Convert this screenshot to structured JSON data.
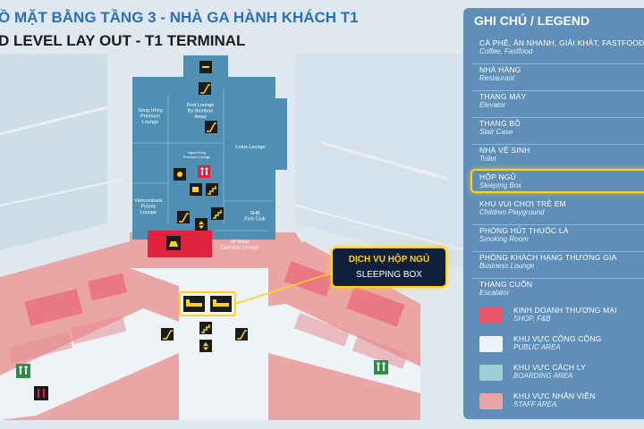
{
  "header": {
    "title_vn": "Ồ MẶT BẰNG TẦNG 3 - NHÀ GA HÀNH KHÁCH T1",
    "title_en": "D LEVEL LAY OUT - T1 TERMINAL"
  },
  "rooms": {
    "song_hong": "Sông Hồng|Premium|Lounge",
    "first_lounge": "First Lounge|By Bamboo|Away",
    "lotus": "Lotus Lounge",
    "ngoc_hong": "Ngọc Hồng|Premium Lounge",
    "vietcombank": "Vietcombank|Priority|Lounge",
    "shb": "SHB|First Club",
    "vp_bank": "VP Bank|Diamond Lounge"
  },
  "callout": {
    "vn": "DỊCH VỤ HỘP NGỦ",
    "en": "SLEEPING BOX"
  },
  "legend": {
    "title": "GHI CHÚ / LEGEND",
    "items": [
      {
        "vn": "CÀ PHÊ, ĂN NHANH, GIẢI KHÁT, FASTFOOD",
        "en": "Coffee, Fastfood"
      },
      {
        "vn": "NHÀ HÀNG",
        "en": "Restaurant"
      },
      {
        "vn": "THANG MÁY",
        "en": "Elevator"
      },
      {
        "vn": "THANG BỘ",
        "en": "Stair Case"
      },
      {
        "vn": "NHÀ VỆ SINH",
        "en": "Toilet"
      },
      {
        "vn": "HỘP NGỦ",
        "en": "Sleeping Box"
      },
      {
        "vn": "KHU VUI CHƠI TRẺ EM",
        "en": "Children Playground"
      },
      {
        "vn": "PHÒNG HÚT THUỐC LÁ",
        "en": "Smoking Room"
      },
      {
        "vn": "PHÒNG KHÁCH HẠNG THƯƠNG GIA",
        "en": "Business Lounge"
      },
      {
        "vn": "THANG CUỐN",
        "en": "Escalator"
      }
    ],
    "swatches": [
      {
        "vn": "KINH DOANH THƯƠNG MẠI",
        "en": "SHOP, F&B",
        "color": "#e9556a"
      },
      {
        "vn": "KHU VỰC CÔNG CỘNG",
        "en": "PUBLIC AREA",
        "color": "#eef3f7"
      },
      {
        "vn": "KHU VỰC CÁCH LY",
        "en": "BOARDING AREA",
        "color": "#9ecfd4"
      },
      {
        "vn": "KHU VỰC NHÂN VIÊN",
        "en": "STAFF AREA",
        "color": "#eaa5a5"
      }
    ]
  },
  "colors": {
    "lounge": "#4f8fb3",
    "apron": "#cfdde7",
    "concourse": "#eef3f7",
    "shop": "#e9556a",
    "staff": "#eaa5a5",
    "icon_bg": "#1b1b1b",
    "icon_fg": "#ffd21a",
    "highlight": "#ffd21a"
  }
}
